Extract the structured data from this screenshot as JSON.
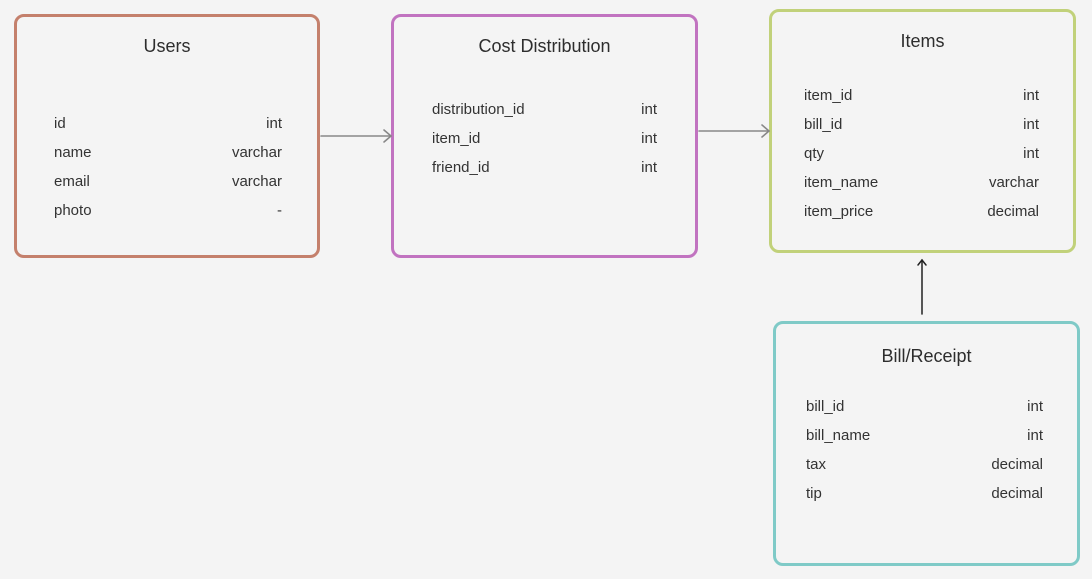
{
  "colors": {
    "background": "#f4f4f4",
    "users_border": "#c4806c",
    "cost_border": "#c173c0",
    "items_border": "#c1d17a",
    "bill_border": "#7fcac7",
    "connector": "#888888",
    "connector_dark": "#222222"
  },
  "tables": {
    "users": {
      "title": "Users",
      "fields": [
        {
          "name": "id",
          "type": "int"
        },
        {
          "name": "name",
          "type": "varchar"
        },
        {
          "name": "email",
          "type": "varchar"
        },
        {
          "name": "photo",
          "type": "-"
        }
      ]
    },
    "cost": {
      "title": "Cost Distribution",
      "fields": [
        {
          "name": "distribution_id",
          "type": "int"
        },
        {
          "name": "item_id",
          "type": "int"
        },
        {
          "name": "friend_id",
          "type": "int"
        }
      ]
    },
    "items": {
      "title": "Items",
      "fields": [
        {
          "name": "item_id",
          "type": "int"
        },
        {
          "name": "bill_id",
          "type": "int"
        },
        {
          "name": "qty",
          "type": "int"
        },
        {
          "name": "item_name",
          "type": "varchar"
        },
        {
          "name": "item_price",
          "type": "decimal"
        }
      ]
    },
    "bill": {
      "title": "Bill/Receipt",
      "fields": [
        {
          "name": "bill_id",
          "type": "int"
        },
        {
          "name": "bill_name",
          "type": "int"
        },
        {
          "name": "tax",
          "type": "decimal"
        },
        {
          "name": "tip",
          "type": "decimal"
        }
      ]
    }
  }
}
